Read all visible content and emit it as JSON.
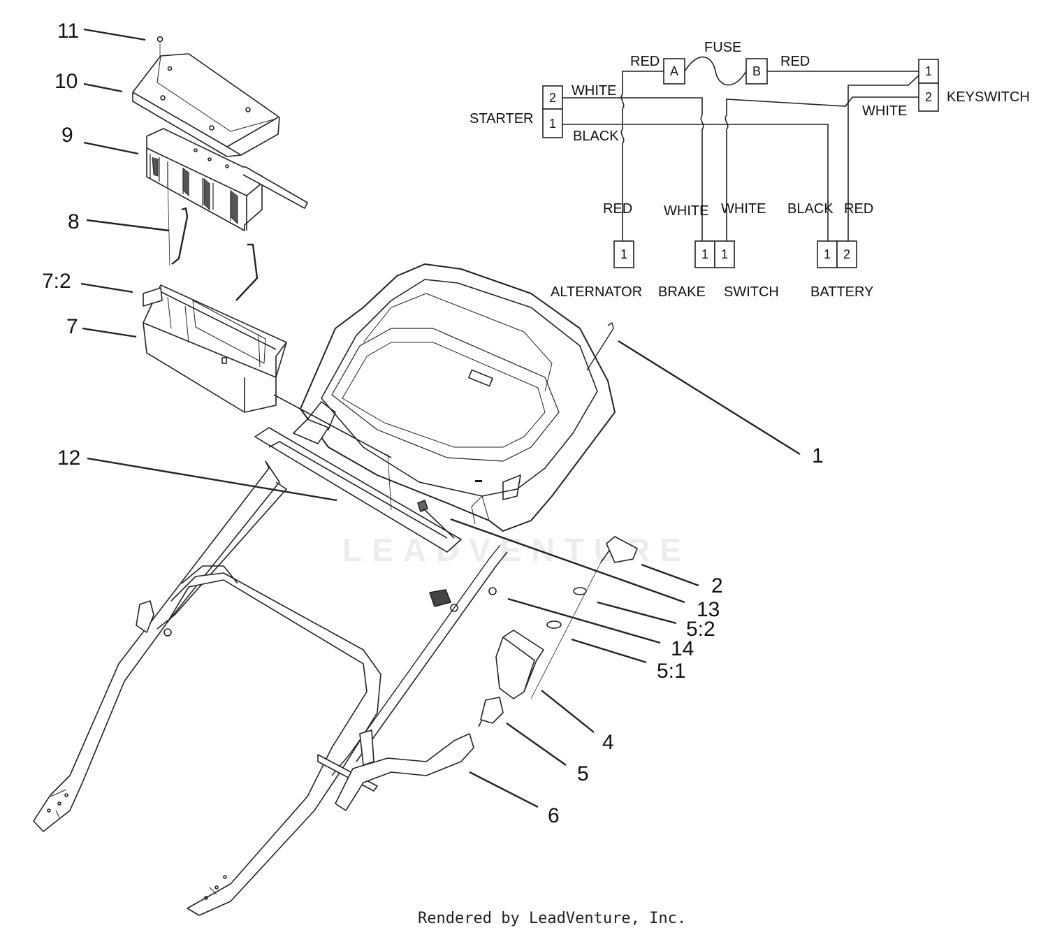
{
  "callouts": {
    "c1": "1",
    "c2": "2",
    "c4": "4",
    "c5": "5",
    "c5_1": "5:1",
    "c5_2": "5:2",
    "c6": "6",
    "c7": "7",
    "c7_2": "7:2",
    "c8": "8",
    "c9": "9",
    "c10": "10",
    "c11": "11",
    "c12": "12",
    "c13": "13",
    "c14": "14"
  },
  "wiring": {
    "fuse_label": "FUSE",
    "fuse_a": "A",
    "fuse_b": "B",
    "red_to_fuse": "RED",
    "red_from_fuse": "RED",
    "white_starter": "WHITE",
    "black_starter": "BLACK",
    "white_keyswitch": "WHITE",
    "starter_label": "STARTER",
    "starter_pin_2": "2",
    "starter_pin_1": "1",
    "keyswitch_label": "KEYSWITCH",
    "keyswitch_pin_1": "1",
    "keyswitch_pin_2": "2",
    "drop_red_alt": "RED",
    "drop_white_brake": "WHITE",
    "drop_white_switch": "WHITE",
    "drop_black_batt": "BLACK",
    "drop_red_batt": "RED",
    "alt_pin": "1",
    "brake_pin": "1",
    "switch_pin": "1",
    "batt_pin_1": "1",
    "batt_pin_2": "2",
    "alternator_label": "ALTERNATOR",
    "brake_label": "BRAKE",
    "switch_label": "SWITCH",
    "battery_label": "BATTERY"
  },
  "watermark": "LEADVENTURE",
  "footer": "Rendered by LeadVenture, Inc."
}
